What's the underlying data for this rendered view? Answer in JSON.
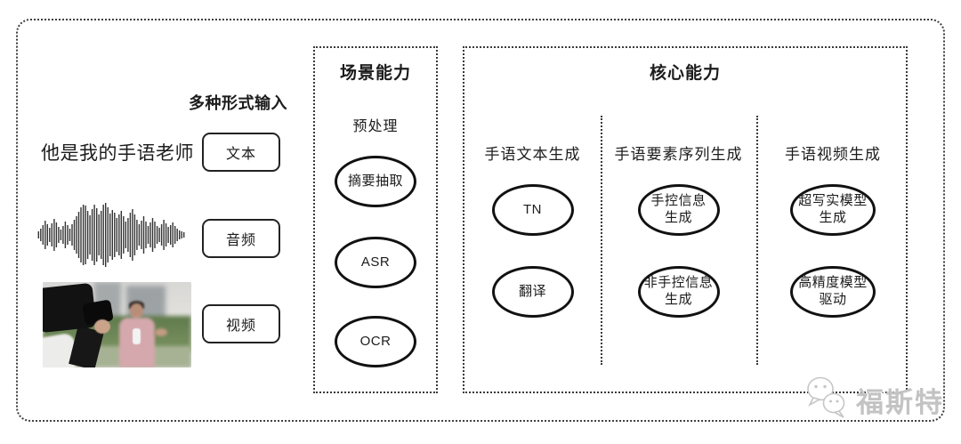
{
  "input_section": {
    "heading": "多种形式输入",
    "sample_text": "他是我的手语老师",
    "boxes": [
      {
        "label": "文本"
      },
      {
        "label": "音频"
      },
      {
        "label": "视频"
      }
    ]
  },
  "scene_box": {
    "title": "场景能力",
    "subtitle": "预处理",
    "nodes": [
      "摘要抽取",
      "ASR",
      "OCR"
    ]
  },
  "core_box": {
    "title": "核心能力",
    "columns": [
      {
        "header": "手语文本生成",
        "nodes": [
          "TN",
          "翻译"
        ]
      },
      {
        "header": "手语要素序列生成",
        "nodes": [
          "手控信息\n生成",
          "非手控信息\n生成"
        ]
      },
      {
        "header": "手语视频生成",
        "nodes": [
          "超写实模型\n生成",
          "高精度模型\n驱动"
        ]
      }
    ]
  },
  "watermark": {
    "text": "福斯特",
    "logo": "wechat-logo"
  },
  "colors": {
    "ink": "#1c1c1c",
    "border_dotted": "#3a3a3a",
    "node_stroke": "#111111",
    "watermark_gray": "#c3c3c3"
  }
}
